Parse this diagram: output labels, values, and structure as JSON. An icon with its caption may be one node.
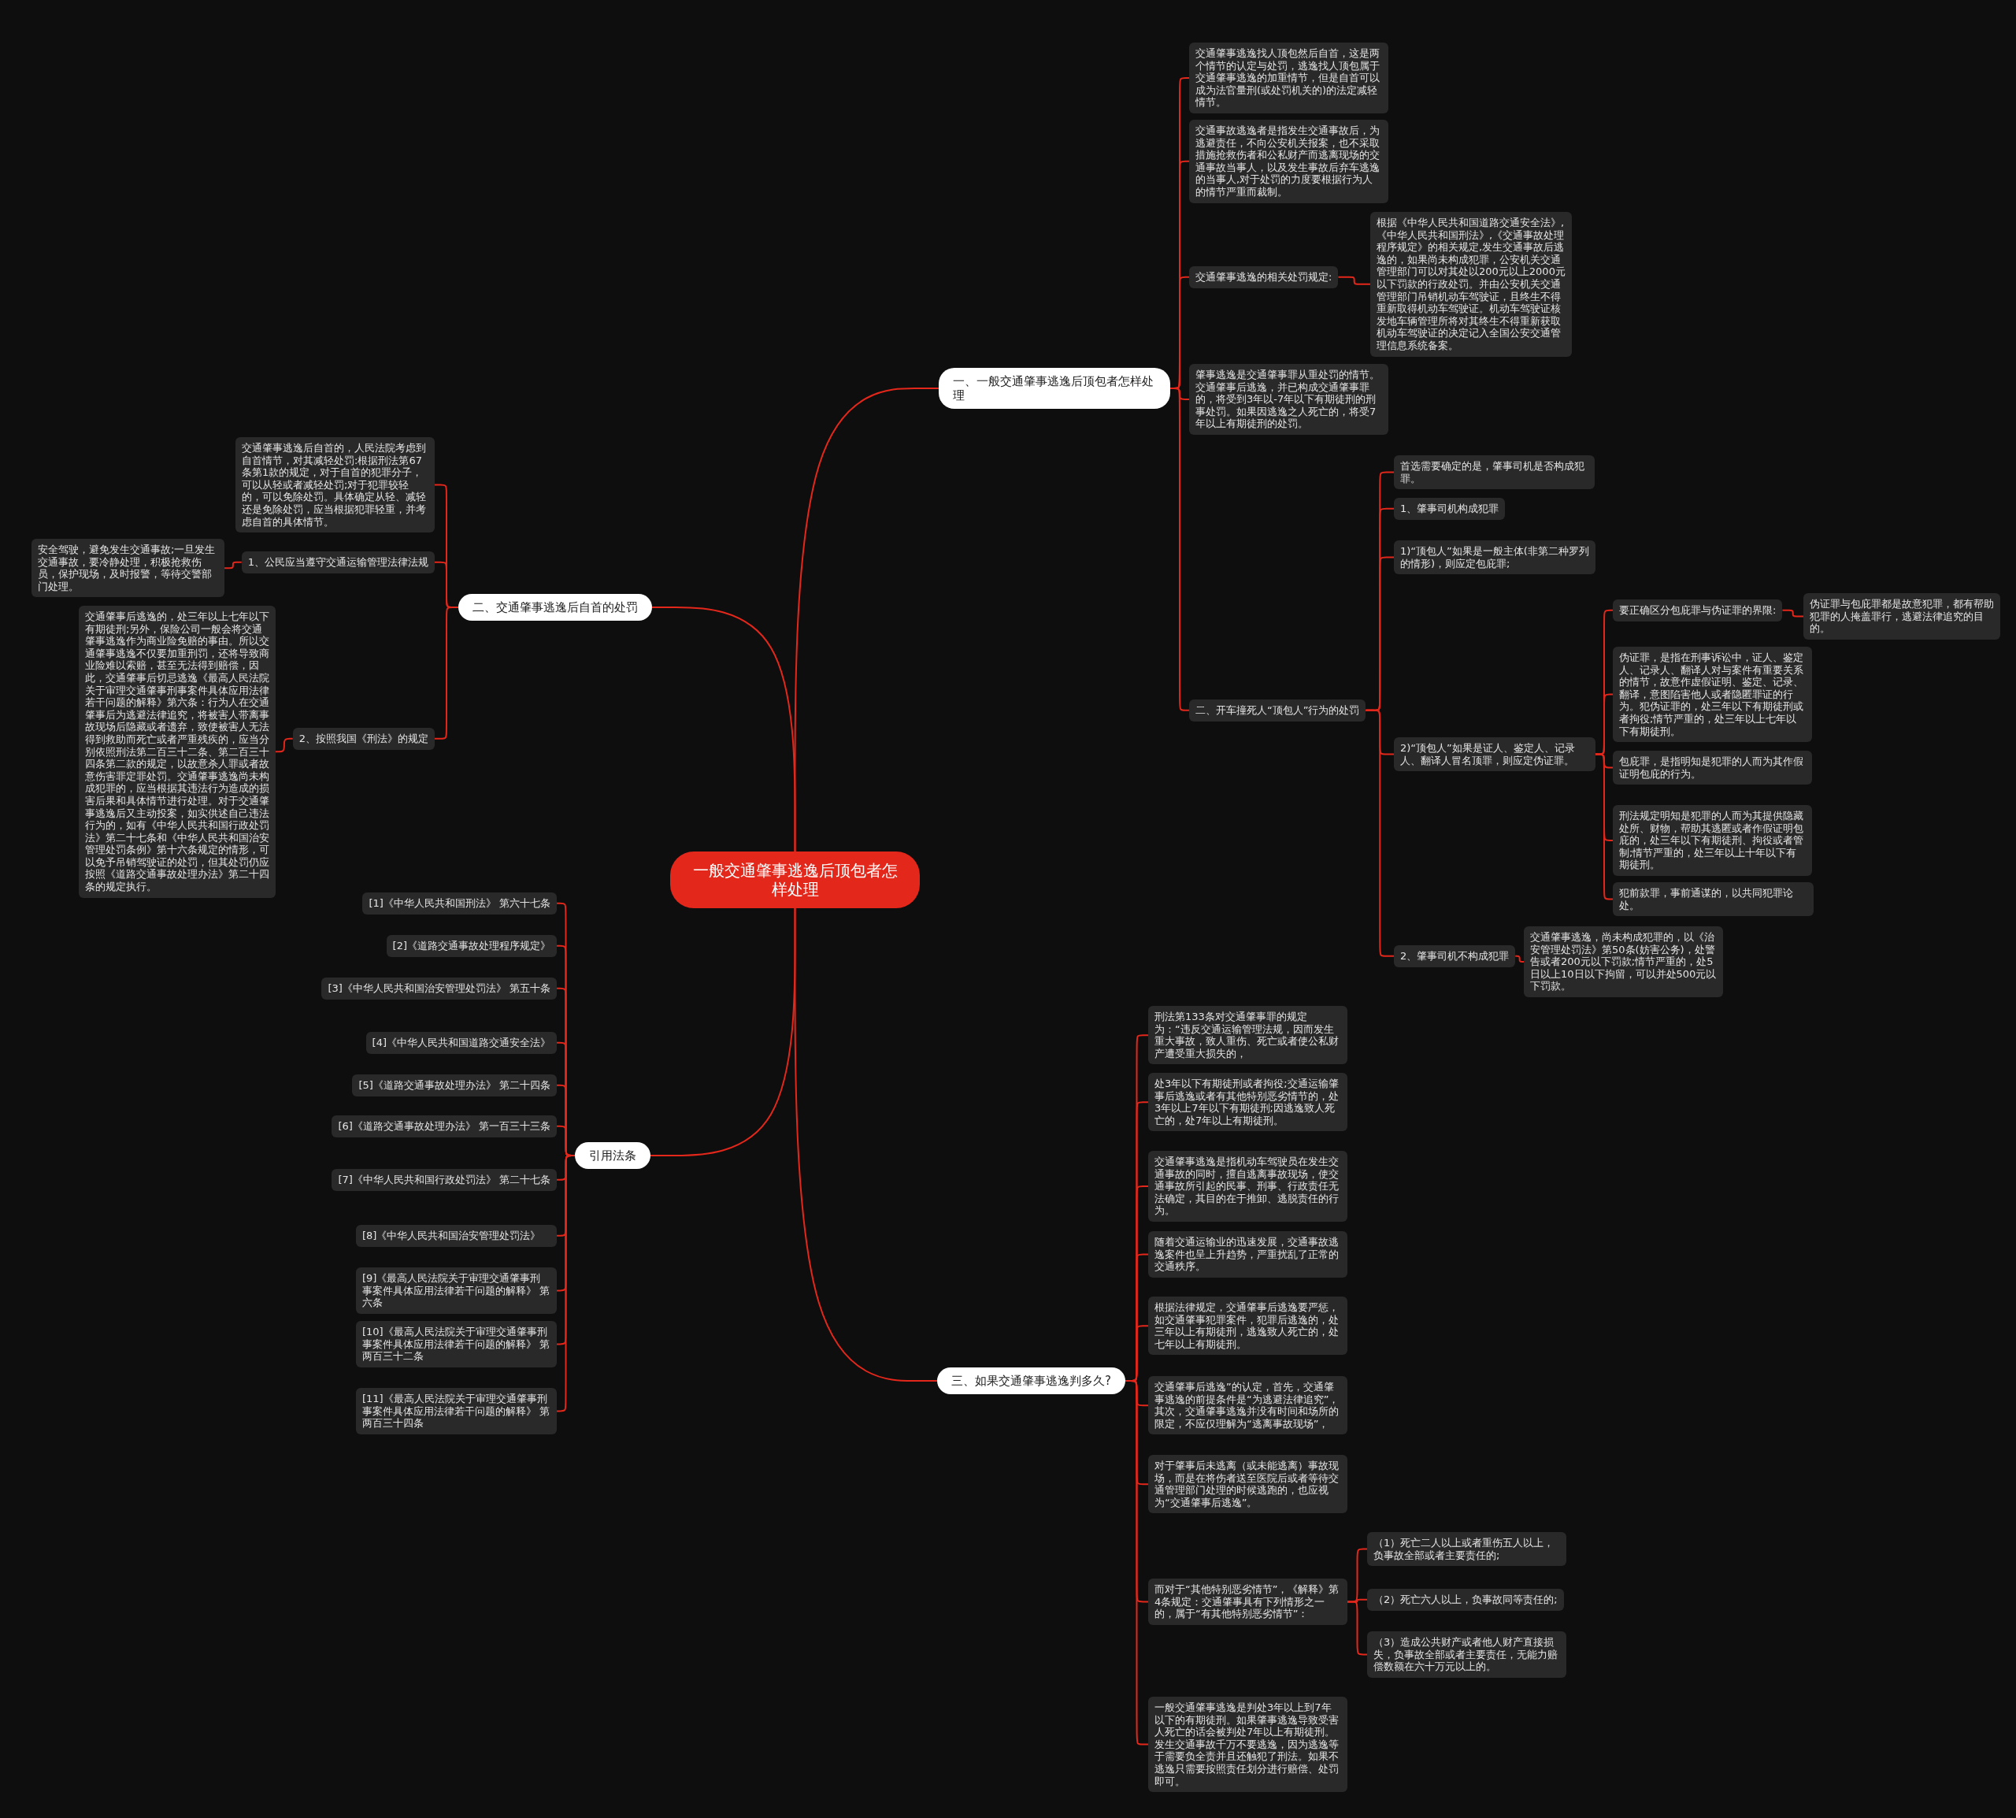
{
  "diagram": {
    "nodes": [
      {
        "text": [
          "一般交通肇事逃逸后顶包者怎样处理"
        ]
      },
      {
        "text": [
          "一、一般交通肇事逃逸后顶包者怎样处理"
        ]
      },
      {
        "text": [
          "交通肇事逃逸找人顶包然后自首，这是两个情节的认定与处罚，逃逸找人顶包属于交通肇事逃逸的加重情节，但是自首可以成为法官量刑(或处罚机关的)的法定减轻情节。"
        ]
      },
      {
        "text": [
          "交通事故逃逸者是指发生交通事故后，为逃避责任，不向公安机关报案，也不采取措施抢救伤者和公私财产而逃离现场的交通事故当事人，以及发生事故后弃车逃逸的当事人,对于处罚的力度要根据行为人的情节严重而裁制。"
        ]
      },
      {
        "text": [
          "交通肇事逃逸的相关处罚规定:"
        ]
      },
      {
        "text": [
          "根据《中华人民共和国道路交通安全法》,《中华人民共和国刑法》,《交通事故处理程序规定》的相关规定,发生交通事故后逃逸的，如果尚未构成犯罪，公安机关交通管理部门可以对其处以200元以上2000元以下罚款的行政处罚。并由公安机关交通管理部门吊销机动车驾驶证，且终生不得重新取得机动车驾驶证。机动车驾驶证核发地车辆管理所将对其终生不得重新获取机动车驾驶证的决定记入全国公安交通管理信息系统备案。"
        ]
      },
      {
        "text": [
          "肇事逃逸是交通肇事罪从重处罚的情节。交通肇事后逃逸，并已构成交通肇事罪的，将受到3年以-7年以下有期徒刑的刑事处罚。如果因逃逸之人死亡的，将受7年以上有期徒刑的处罚。"
        ]
      },
      {
        "text": [
          "二、开车撞死人“顶包人”行为的处罚"
        ]
      },
      {
        "text": [
          "首选需要确定的是，肇事司机是否构成犯罪。"
        ]
      },
      {
        "text": [
          "1、肇事司机构成犯罪"
        ]
      },
      {
        "text": [
          "1)“顶包人”如果是一般主体(非第二种罗列的情形)，则应定包庇罪;"
        ]
      },
      {
        "text": [
          "2)“顶包人”如果是证人、鉴定人、记录人、翻译人冒名顶罪，则应定伪证罪。"
        ]
      },
      {
        "text": [
          "要正确区分包庇罪与伪证罪的界限:"
        ]
      },
      {
        "text": [
          "伪证罪与包庇罪都是故意犯罪，都有帮助犯罪的人掩盖罪行，逃避法律追究的目的。"
        ]
      },
      {
        "text": [
          "伪证罪，是指在刑事诉讼中，证人、鉴定人、记录人、翻译人对与案件有重要关系的情节，故意作虚假证明、鉴定、记录、翻译，意图陷害他人或者隐匿罪证的行为。犯伪证罪的，处三年以下有期徒刑或者拘役;情节严重的，处三年以上七年以下有期徒刑。"
        ]
      },
      {
        "text": [
          "包庇罪，是指明知是犯罪的人而为其作假证明包庇的行为。"
        ]
      },
      {
        "text": [
          "刑法规定明知是犯罪的人而为其提供隐藏处所、财物，帮助其逃匿或者作假证明包庇的，处三年以下有期徒刑、拘役或者管制;情节严重的，处三年以上十年以下有期徒刑。"
        ]
      },
      {
        "text": [
          "犯前款罪，事前通谋的，以共同犯罪论处。"
        ]
      },
      {
        "text": [
          "2、肇事司机不构成犯罪"
        ]
      },
      {
        "text": [
          "交通肇事逃逸，尚未构成犯罪的，以《治安管理处罚法》第50条(妨害公务)，处警告或者200元以下罚款;情节严重的，处5日以上10日以下拘留，可以并处500元以下罚款。"
        ]
      },
      {
        "text": [
          "二、交通肇事逃逸后自首的处罚"
        ]
      },
      {
        "text": [
          "交通肇事逃逸后自首的，人民法院考虑到自首情节，对其减轻处罚:根据刑法第67条第1款的规定，对于自首的犯罪分子，可以从轻或者减轻处罚;对于犯罪较轻的，可以免除处罚。具体确定从轻、减轻还是免除处罚，应当根据犯罪轻重，并考虑自首的具体情节。"
        ]
      },
      {
        "text": [
          "1、公民应当遵守交通运输管理法律法规"
        ]
      },
      {
        "text": [
          "安全驾驶，避免发生交通事故;一旦发生交通事故，要冷静处理，积极抢救伤员，保护现场，及时报警，等待交警部门处理。"
        ]
      },
      {
        "text": [
          "2、按照我国《刑法》的规定"
        ]
      },
      {
        "text": [
          "交通肇事后逃逸的，处三年以上七年以下有期徒刑;另外，保险公司一般会将交通肇事逃逸作为商业险免赔的事由。所以交通肇事逃逸不仅要加重刑罚，还将导致商业险难以索赔，甚至无法得到赔偿，因此，交通肇事后切忌逃逸《最高人民法院关于审理交通肇事刑事案件具体应用法律若干问题的解释》第六条：行为人在交通肇事后为逃避法律追究，将被害人带离事故现场后隐藏或者遗弃，致使被害人无法得到救助而死亡或者严重残疾的，应当分别依照刑法第二百三十二条、第二百三十四条第二款的规定，以故意杀人罪或者故意伤害罪定罪处罚。交通肇事逃逸尚未构成犯罪的，应当根据其违法行为造成的损害后果和具体情节进行处理。对于交通肇事逃逸后又主动投案，如实供述自己违法行为的，如有《中华人民共和国行政处罚法》第二十七条和《中华人民共和国治安管理处罚条例》第十六条规定的情形，可以免予吊销驾驶证的处罚，但其处罚仍应按照《道路交通事故处理办法》第二十四条的规定执行。"
        ]
      },
      {
        "text": [
          "引用法条"
        ]
      },
      {
        "text": [
          "[1]《中华人民共和国刑法》 第六十七条"
        ]
      },
      {
        "text": [
          "[2]《道路交通事故处理程序规定》"
        ]
      },
      {
        "text": [
          "[3]《中华人民共和国治安管理处罚法》 第五十条"
        ]
      },
      {
        "text": [
          "[4]《中华人民共和国道路交通安全法》"
        ]
      },
      {
        "text": [
          "[5]《道路交通事故处理办法》 第二十四条"
        ]
      },
      {
        "text": [
          "[6]《道路交通事故处理办法》 第一百三十三条"
        ]
      },
      {
        "text": [
          "[7]《中华人民共和国行政处罚法》 第二十七条"
        ]
      },
      {
        "text": [
          "[8]《中华人民共和国治安管理处罚法》"
        ]
      },
      {
        "text": [
          "[9]《最高人民法院关于审理交通肇事刑事案件具体应用法律若干问题的解释》 第六条"
        ]
      },
      {
        "text": [
          "[10]《最高人民法院关于审理交通肇事刑事案件具体应用法律若干问题的解释》 第两百三十二条"
        ]
      },
      {
        "text": [
          "[11]《最高人民法院关于审理交通肇事刑事案件具体应用法律若干问题的解释》 第两百三十四条"
        ]
      },
      {
        "text": [
          "三、如果交通肇事逃逸判多久?"
        ]
      },
      {
        "text": [
          "刑法第133条对交通肇事罪的规定为：“违反交通运输管理法规，因而发生重大事故，致人重伤、死亡或者使公私财产遭受重大损失的，"
        ]
      },
      {
        "text": [
          "处3年以下有期徒刑或者拘役;交通运输肇事后逃逸或者有其他特别恶劣情节的，处3年以上7年以下有期徒刑;因逃逸致人死亡的，处7年以上有期徒刑。"
        ]
      },
      {
        "text": [
          "交通肇事逃逸是指机动车驾驶员在发生交通事故的同时，擅自逃离事故现场，使交通事故所引起的民事、刑事、行政责任无法确定，其目的在于推卸、逃脱责任的行为。"
        ]
      },
      {
        "text": [
          "随着交通运输业的迅速发展，交通事故逃逸案件也呈上升趋势，严重扰乱了正常的交通秩序。"
        ]
      },
      {
        "text": [
          "根据法律规定，交通肇事后逃逸要严惩，如交通肇事犯罪案件，犯罪后逃逸的，处三年以上有期徒刑，逃逸致人死亡的，处七年以上有期徒刑。"
        ]
      },
      {
        "text": [
          "交通肇事后逃逸”的认定，首先，交通肇事逃逸的前提条件是“为逃避法律追究”，其次，交通肇事逃逸并没有时间和场所的限定，不应仅理解为“逃离事故现场”，"
        ]
      },
      {
        "text": [
          "对于肇事后未逃离（或未能逃离）事故现场，而是在将伤者送至医院后或者等待交通管理部门处理的时候逃跑的，也应视为“交通肇事后逃逸”。"
        ]
      },
      {
        "text": [
          "而对于“其他特别恶劣情节”，《解释》第4条规定：交通肇事具有下列情形之一的，属于“有其他特别恶劣情节”："
        ]
      },
      {
        "text": [
          "（1）死亡二人以上或者重伤五人以上，负事故全部或者主要责任的;"
        ]
      },
      {
        "text": [
          "（2）死亡六人以上，负事故同等责任的;"
        ]
      },
      {
        "text": [
          "（3）造成公共财产或者他人财产直接损失，负事故全部或者主要责任，无能力赔偿数额在六十万元以上的。"
        ]
      },
      {
        "text": [
          "一般交通肇事逃逸是判处3年以上到7年以下的有期徒刑。如果肇事逃逸导致受害人死亡的话会被判处7年以上有期徒刑。发生交通事故千万不要逃逸，因为逃逸等于需要负全责并且还触犯了刑法。如果不逃逸只需要按照责任划分进行赔偿、处罚即可。"
        ]
      }
    ],
    "edges": [
      {
        "from": 0,
        "to": 1,
        "arrow": "none"
      },
      {
        "from": 1,
        "to": 2,
        "arrow": "none"
      },
      {
        "from": 1,
        "to": 3,
        "arrow": "none"
      },
      {
        "from": 1,
        "to": 4,
        "arrow": "none"
      },
      {
        "from": 4,
        "to": 5,
        "arrow": "none"
      },
      {
        "from": 1,
        "to": 6,
        "arrow": "none"
      },
      {
        "from": 1,
        "to": 7,
        "arrow": "none"
      },
      {
        "from": 7,
        "to": 8,
        "arrow": "none"
      },
      {
        "from": 7,
        "to": 9,
        "arrow": "none"
      },
      {
        "from": 7,
        "to": 10,
        "arrow": "none"
      },
      {
        "from": 7,
        "to": 11,
        "arrow": "none"
      },
      {
        "from": 11,
        "to": 12,
        "arrow": "none"
      },
      {
        "from": 12,
        "to": 13,
        "arrow": "none"
      },
      {
        "from": 11,
        "to": 14,
        "arrow": "none"
      },
      {
        "from": 11,
        "to": 15,
        "arrow": "none"
      },
      {
        "from": 11,
        "to": 16,
        "arrow": "none"
      },
      {
        "from": 11,
        "to": 17,
        "arrow": "none"
      },
      {
        "from": 7,
        "to": 18,
        "arrow": "none"
      },
      {
        "from": 18,
        "to": 19,
        "arrow": "none"
      },
      {
        "from": 0,
        "to": 20,
        "arrow": "none"
      },
      {
        "from": 20,
        "to": 21,
        "arrow": "none"
      },
      {
        "from": 20,
        "to": 22,
        "arrow": "none"
      },
      {
        "from": 22,
        "to": 23,
        "arrow": "none"
      },
      {
        "from": 20,
        "to": 24,
        "arrow": "none"
      },
      {
        "from": 24,
        "to": 25,
        "arrow": "none"
      },
      {
        "from": 0,
        "to": 26,
        "arrow": "none"
      },
      {
        "from": 26,
        "to": 27,
        "arrow": "none"
      },
      {
        "from": 26,
        "to": 28,
        "arrow": "none"
      },
      {
        "from": 26,
        "to": 29,
        "arrow": "none"
      },
      {
        "from": 26,
        "to": 30,
        "arrow": "none"
      },
      {
        "from": 26,
        "to": 31,
        "arrow": "none"
      },
      {
        "from": 26,
        "to": 32,
        "arrow": "none"
      },
      {
        "from": 26,
        "to": 33,
        "arrow": "none"
      },
      {
        "from": 26,
        "to": 34,
        "arrow": "none"
      },
      {
        "from": 26,
        "to": 35,
        "arrow": "none"
      },
      {
        "from": 26,
        "to": 36,
        "arrow": "none"
      },
      {
        "from": 26,
        "to": 37,
        "arrow": "none"
      },
      {
        "from": 0,
        "to": 38,
        "arrow": "none"
      },
      {
        "from": 38,
        "to": 39,
        "arrow": "none"
      },
      {
        "from": 38,
        "to": 40,
        "arrow": "none"
      },
      {
        "from": 38,
        "to": 41,
        "arrow": "none"
      },
      {
        "from": 38,
        "to": 42,
        "arrow": "none"
      },
      {
        "from": 38,
        "to": 43,
        "arrow": "none"
      },
      {
        "from": 38,
        "to": 44,
        "arrow": "none"
      },
      {
        "from": 38,
        "to": 45,
        "arrow": "none"
      },
      {
        "from": 38,
        "to": 46,
        "arrow": "none"
      },
      {
        "from": 46,
        "to": 47,
        "arrow": "none"
      },
      {
        "from": 46,
        "to": 48,
        "arrow": "none"
      },
      {
        "from": 46,
        "to": 49,
        "arrow": "none"
      },
      {
        "from": 38,
        "to": 50,
        "arrow": "none"
      }
    ]
  }
}
